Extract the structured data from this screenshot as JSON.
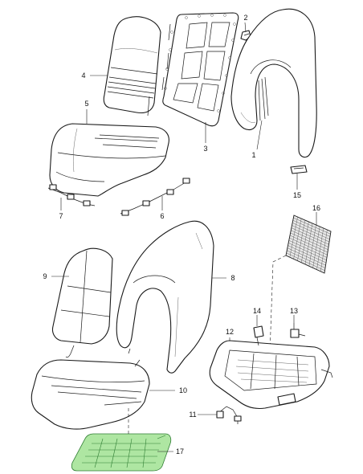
{
  "diagram": {
    "callouts": [
      {
        "id": "1",
        "label": "1"
      },
      {
        "id": "2",
        "label": "2"
      },
      {
        "id": "3",
        "label": "3"
      },
      {
        "id": "4",
        "label": "4"
      },
      {
        "id": "5",
        "label": "5"
      },
      {
        "id": "6",
        "label": "6"
      },
      {
        "id": "7",
        "label": "7"
      },
      {
        "id": "8",
        "label": "8"
      },
      {
        "id": "9",
        "label": "9"
      },
      {
        "id": "10",
        "label": "10"
      },
      {
        "id": "11",
        "label": "11"
      },
      {
        "id": "12",
        "label": "12"
      },
      {
        "id": "13",
        "label": "13"
      },
      {
        "id": "14",
        "label": "14"
      },
      {
        "id": "15",
        "label": "15"
      },
      {
        "id": "16",
        "label": "16"
      },
      {
        "id": "17",
        "label": "17"
      }
    ]
  },
  "colors": {
    "line": "#1a1a1a",
    "heating_mat_fill": "#aee6a2",
    "heating_mat_stroke": "#2e7d32"
  }
}
